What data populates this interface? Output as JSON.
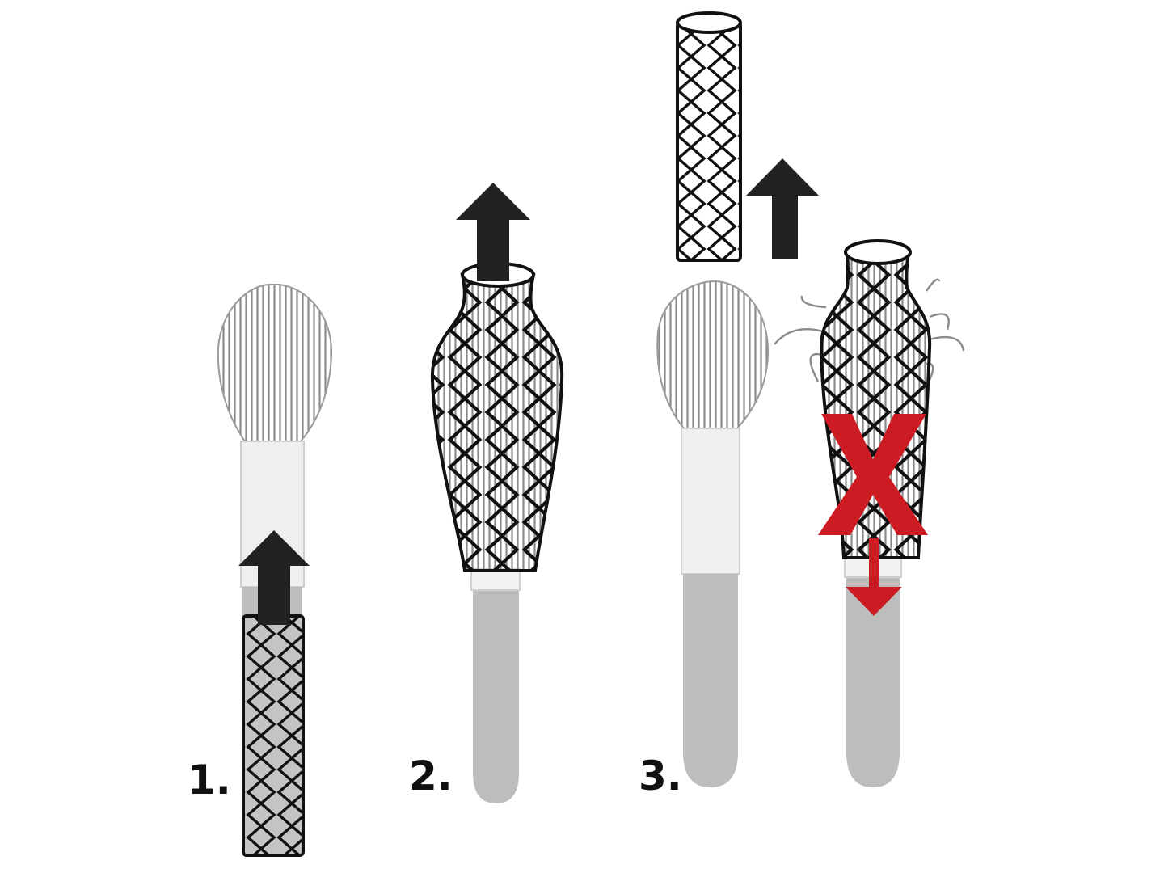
{
  "steps": [
    {
      "label": "1."
    },
    {
      "label": "2."
    },
    {
      "label": "3."
    }
  ],
  "icons": {
    "arrow_up": "arrow-up-icon",
    "arrow_down": "arrow-down-icon",
    "cross": "red-x-icon"
  },
  "colors": {
    "outline": "#111111",
    "bristle": "#8a8a8a",
    "ferrule": "#efefef",
    "handle": "#b9b9b9",
    "net_fill": "#bdbdbd",
    "warning_red": "#cc1b22"
  }
}
